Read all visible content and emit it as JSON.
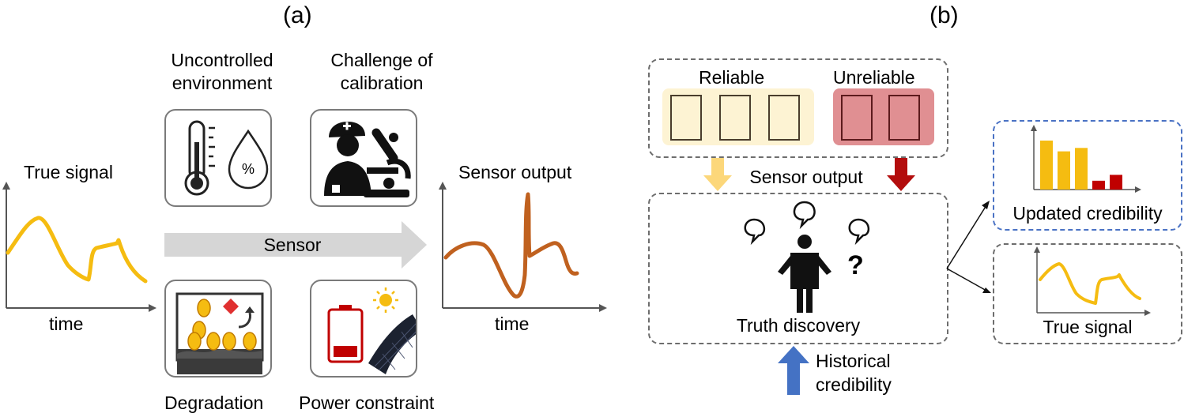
{
  "panel_a": {
    "label": "(a)",
    "true_signal_label": "True signal",
    "time_label_left": "time",
    "factors": {
      "environment": "Uncontrolled\nenvironment",
      "calibration": "Challenge of\ncalibration",
      "degradation": "Degradation",
      "power": "Power constraint"
    },
    "humidity_symbol": "%",
    "arrow_label": "Sensor",
    "sensor_output_label": "Sensor output",
    "time_label_right": "time"
  },
  "panel_b": {
    "label": "(b)",
    "reliable_label": "Reliable",
    "unreliable_label": "Unreliable",
    "sensor_output_label": "Sensor output",
    "question_mark": "?",
    "truth_discovery_label": "Truth discovery",
    "historical_label": "Historical\ncredibility",
    "updated_label": "Updated credibility",
    "true_signal_label": "True signal"
  },
  "colors": {
    "true_signal": "#f5bc11",
    "sensor_output": "#c0611f",
    "reliable_fill": "#fdf3d3",
    "unreliable_fill": "#e08f92",
    "red_arrow": "#b30d0d",
    "blue_arrow": "#4472c4",
    "bar_yellow": "#f5bc11",
    "bar_red": "#c00000"
  },
  "chart_data": {
    "type": "bar",
    "categories": [
      "",
      "",
      "",
      "",
      ""
    ],
    "values": [
      100,
      78,
      85,
      18,
      30
    ]
  }
}
